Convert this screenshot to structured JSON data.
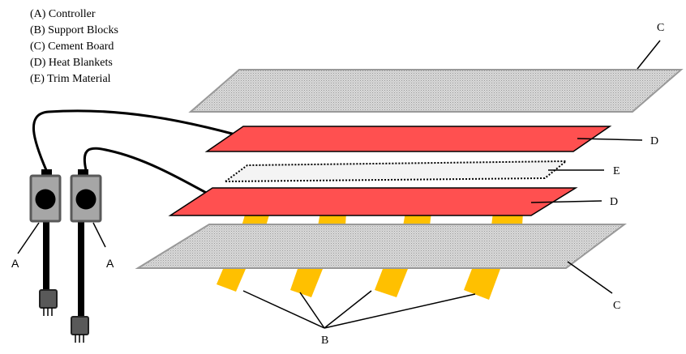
{
  "legend": [
    "(A) Controller",
    "(B) Support Blocks",
    "(C) Cement Board",
    "(D) Heat Blankets",
    "(E) Trim Material"
  ],
  "labels": {
    "controller_left": "A",
    "controller_right": "A",
    "cement_top": "C",
    "blanket_top": "D",
    "trim": "E",
    "blanket_bottom": "D",
    "cement_bottom": "C",
    "blocks": "B"
  },
  "colors": {
    "blanket": "#ff5050",
    "cement": "#c8c8c8",
    "block": "#ffc000",
    "controller": "#a6a6a6"
  }
}
